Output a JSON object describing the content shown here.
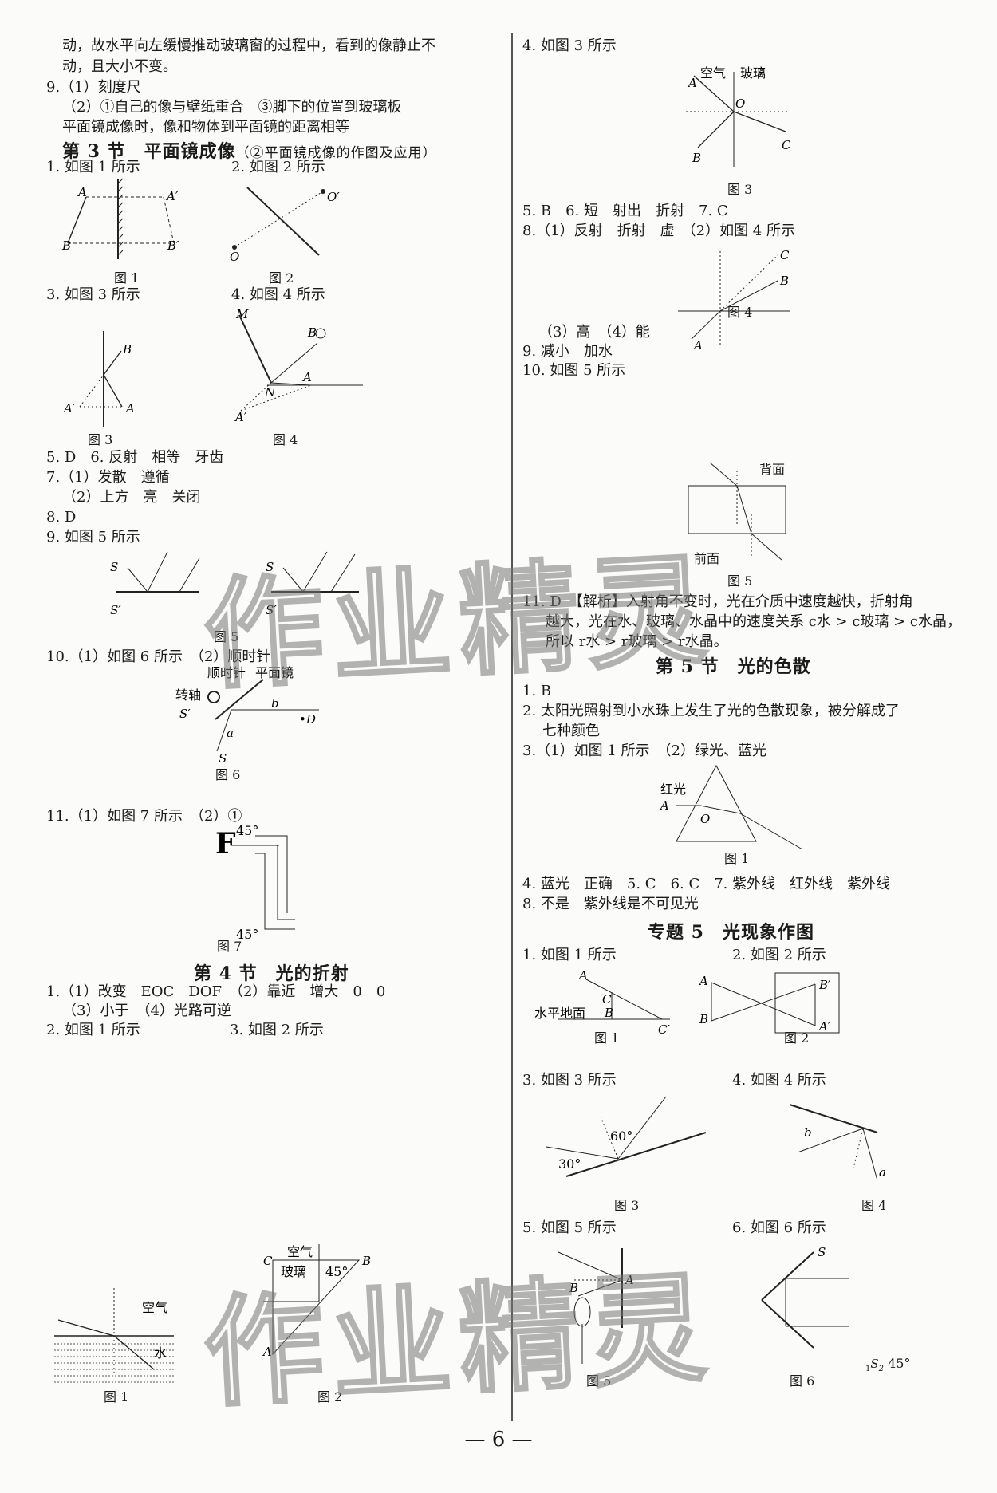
{
  "left": {
    "cont_lines": [
      "动，故水平向左缓慢推动玻璃窗的过程中，看到的像静止不",
      "动，且大小不变。"
    ],
    "q9": {
      "l1": "9.（1）刻度尺",
      "l2": "（2）①自己的像与壁纸重合　③脚下的位置到玻璃板",
      "l3": "平面镜成像时，像和物体到平面镜的距离相等"
    },
    "section3": {
      "title": "第 3 节　平面镜成像",
      "subtitle": "（②平面镜成像的作图及应用）",
      "q1": "1. 如图 1 所示",
      "q2": "2. 如图 2 所示",
      "fig1": "图 1",
      "fig2": "图 2",
      "q3": "3. 如图 3 所示",
      "q4": "4. 如图 4 所示",
      "fig3": "图 3",
      "fig4": "图 4",
      "q5_6": "5. D　6. 反射　相等　牙齿",
      "q7_1": "7.（1）发散　遵循",
      "q7_2": "（2）上方　亮　关闭",
      "q8": "8. D",
      "q9": "9. 如图 5 所示",
      "fig5": "图 5",
      "q10": "10.（1）如图 6 所示　（2）顺时针",
      "fig6": "图 6",
      "fig6_labels": {
        "clockwise": "顺时针",
        "mirror": "平面镜",
        "axis": "转轴"
      },
      "q11": "11.（1）如图 7 所示　（2）①",
      "fig7": "图 7",
      "fig7_angle": "45°"
    },
    "section4": {
      "title": "第 4 节　光的折射",
      "q1_l1": "1.（1）改变　EOC　DOF　（2）靠近　增大　0　0",
      "q1_l2": "（3）小于　（4）光路可逆",
      "q2": "2. 如图 1 所示",
      "q3": "3. 如图 2 所示",
      "fig1": "图 1",
      "fig2": "图 2",
      "fig1_labels": {
        "air": "空气",
        "water": "水"
      },
      "fig2_labels": {
        "air": "空气",
        "glass": "玻璃",
        "angle": "45°"
      }
    }
  },
  "right": {
    "q4": "4. 如图 3 所示",
    "fig3": "图 3",
    "fig3_labels": {
      "air": "空气",
      "glass": "玻璃"
    },
    "q5_7": "5. B　6. 短　射出　折射　7. C",
    "q8": "8.（1）反射　折射　虚　（2）如图 4 所示",
    "fig4": "图 4",
    "q8b": "（3）高　（4）能",
    "q9": "9. 减小　加水",
    "q10": "10. 如图 5 所示",
    "fig5": "图 5",
    "fig5_labels": {
      "back": "背面",
      "front": "前面"
    },
    "q11_l1": "11. D　【解析】入射角不变时，光在介质中速度越快，折射角",
    "q11_l2": "越大，光在水、玻璃、水晶中的速度关系 c水 > c玻璃 > c水晶，",
    "q11_l3": "所以 r水 > r玻璃 > r水晶。",
    "section5": {
      "title": "第 5 节　光的色散",
      "q1": "1. B",
      "q2_l1": "2. 太阳光照射到小水珠上发生了光的色散现象，被分解成了",
      "q2_l2": "七种颜色",
      "q3": "3.（1）如图 1 所示　（2）绿光、蓝光",
      "fig1": "图 1",
      "fig1_label": "红光",
      "q4_7": "4. 蓝光　正确　5. C　6. C　7. 紫外线　红外线　紫外线",
      "q8": "8. 不是　紫外线是不可见光"
    },
    "topic5": {
      "title": "专题 5　光现象作图",
      "q1": "1. 如图 1 所示",
      "q2": "2. 如图 2 所示",
      "fig1": "图 1",
      "fig2": "图 2",
      "fig1_label": "水平地面",
      "q3": "3. 如图 3 所示",
      "q4": "4. 如图 4 所示",
      "fig3": "图 3",
      "fig4": "图 4",
      "fig3_angles": {
        "a60": "60°",
        "a30": "30°"
      },
      "q5": "5. 如图 5 所示",
      "q6": "6. 如图 6 所示",
      "fig5": "图 5",
      "fig6": "图 6",
      "fig6_angle": "45°"
    }
  },
  "page_number": "— 6 —",
  "watermark": "作业精灵"
}
